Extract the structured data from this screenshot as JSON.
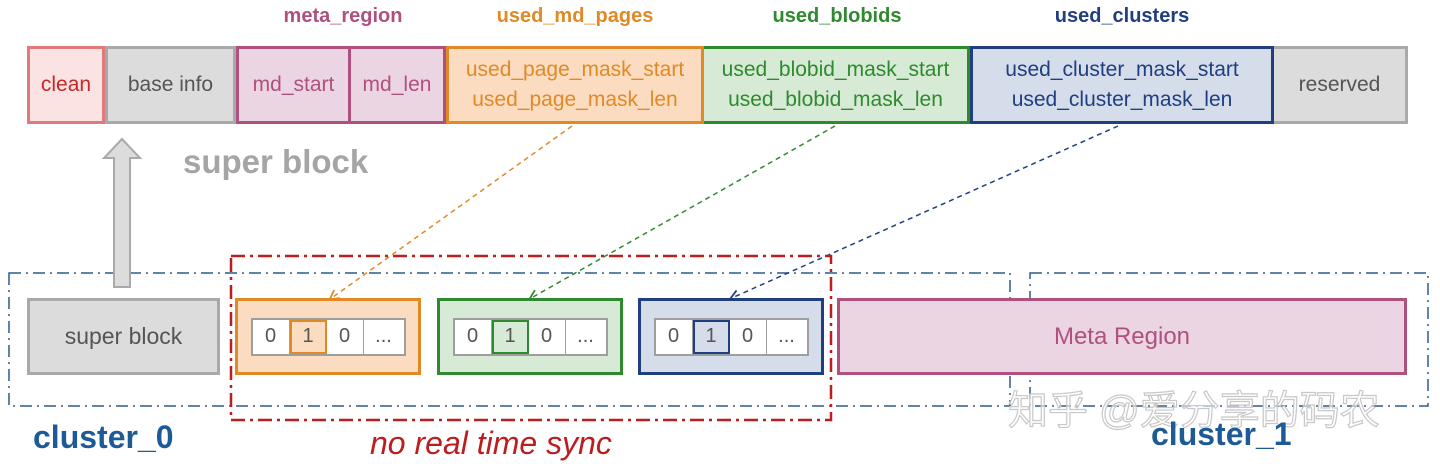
{
  "headers": {
    "meta_region": "meta_region",
    "used_md_pages": "used_md_pages",
    "used_blobids": "used_blobids",
    "used_clusters": "used_clusters"
  },
  "super_block_fields": {
    "clean": "clean",
    "base_info": "base info",
    "md_start": "md_start",
    "md_len": "md_len",
    "used_page_mask_start": "used_page_mask_start",
    "used_page_mask_len": "used_page_mask_len",
    "used_blobid_mask_start": "used_blobid_mask_start",
    "used_blobid_mask_len": "used_blobid_mask_len",
    "used_cluster_mask_start": "used_cluster_mask_start",
    "used_cluster_mask_len": "used_cluster_mask_len",
    "reserved": "reserved"
  },
  "super_block_caption": "super block",
  "cluster0": {
    "label": "cluster_0",
    "super_block": "super block",
    "page_mask_bits": [
      "0",
      "1",
      "0",
      "..."
    ],
    "blobid_mask_bits": [
      "0",
      "1",
      "0",
      "..."
    ],
    "cluster_mask_bits": [
      "0",
      "1",
      "0",
      "..."
    ]
  },
  "cluster1": {
    "label": "cluster_1",
    "meta_region": "Meta Region"
  },
  "sync_note": "no real time sync",
  "watermark": "知乎 @爱分享的码农",
  "colors": {
    "red": "#d9534f",
    "red_fill": "#fbe3e3",
    "gray": "#9e9e9e",
    "gray_fill": "#dcdcdc",
    "purple": "#b0507f",
    "purple_fill": "#ecd5e2",
    "orange": "#e08a25",
    "orange_fill": "#fbdcc0",
    "green": "#2f8a2f",
    "green_fill": "#d6ead6",
    "navy": "#1f3f80",
    "navy_fill": "#d5dcea",
    "cluster_blue": "#1e5a96",
    "sync_red": "#bb1e1e"
  }
}
